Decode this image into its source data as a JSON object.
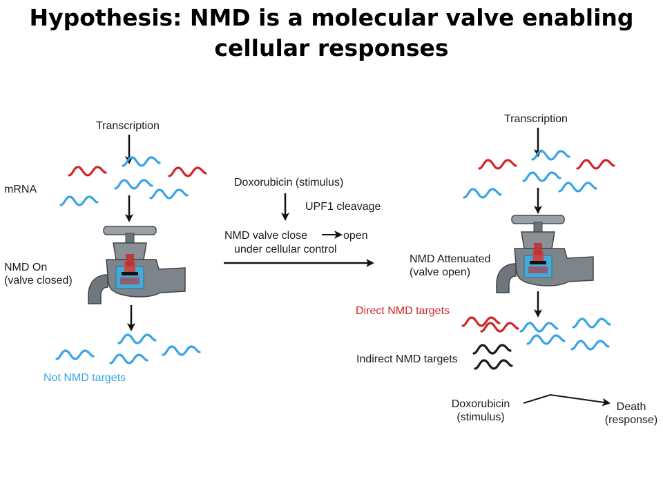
{
  "slide": {
    "title_line1": "Hypothesis: NMD is a molecular valve enabling",
    "title_line2": "cellular responses"
  },
  "left_panel": {
    "transcription": "Transcription",
    "mrna": "mRNA",
    "nmd_on_line1": "NMD On",
    "nmd_on_line2": "(valve closed)",
    "not_targets": "Not NMD targets"
  },
  "middle": {
    "stimulus": "Doxorubicin (stimulus)",
    "upf1": "UPF1 cleavage",
    "valve_line_a": "NMD valve close",
    "valve_line_b": "open",
    "valve_line2": "under cellular control"
  },
  "right_panel": {
    "transcription": "Transcription",
    "attenuated_line1": "NMD Attenuated",
    "attenuated_line2": "(valve open)",
    "direct_targets": "Direct NMD targets",
    "indirect_targets": "Indirect NMD targets",
    "response_from_line1": "Doxorubicin",
    "response_from_line2": "(stimulus)",
    "response_to_line1": "Death",
    "response_to_line2": "(response)"
  },
  "colors": {
    "red_mrna": "#d0252b",
    "blue_mrna": "#3aa4e6",
    "black_mrna": "#1a1a1a"
  }
}
